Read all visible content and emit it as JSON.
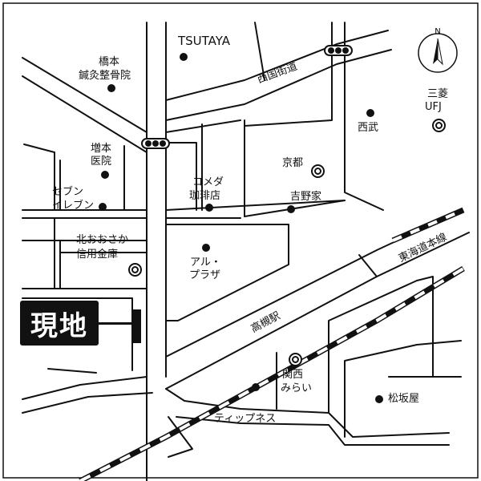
{
  "map": {
    "site_label": "現地",
    "compass_letter": "N",
    "labels": {
      "tsutaya": "TSUTAYA",
      "hashimoto_clinic_1": "橋本",
      "hashimoto_clinic_2": "鍼灸整骨院",
      "masumoto_1": "増本",
      "masumoto_2": "医院",
      "seven_eleven_1": "セブン",
      "seven_eleven_2": "イレブン",
      "komeda_1": "コメダ",
      "komeda_2": "珈琲店",
      "saigoku_kaido": "西国街道",
      "seibu": "西武",
      "mufg_1": "三菱",
      "mufg_2": "UFJ",
      "kyoto_bank": "京都",
      "yoshinoya": "吉野家",
      "kitaosaka_1": "北おおさか",
      "kitaosaka_2": "信用金庫",
      "alplaza_1": "アル・",
      "alplaza_2": "プラザ",
      "tokaido_line": "東海道本線",
      "takatsuki_station": "高槻駅",
      "kansai_mirai_1": "関西",
      "kansai_mirai_2": "みらい",
      "matsuzakaya": "松坂屋",
      "tipness": "ティップネス"
    },
    "icons": {
      "poi": "filled-dot",
      "bank": "bank-ring-icon",
      "signal": "traffic-signal-icon",
      "compass": "north-arrow-icon"
    }
  }
}
